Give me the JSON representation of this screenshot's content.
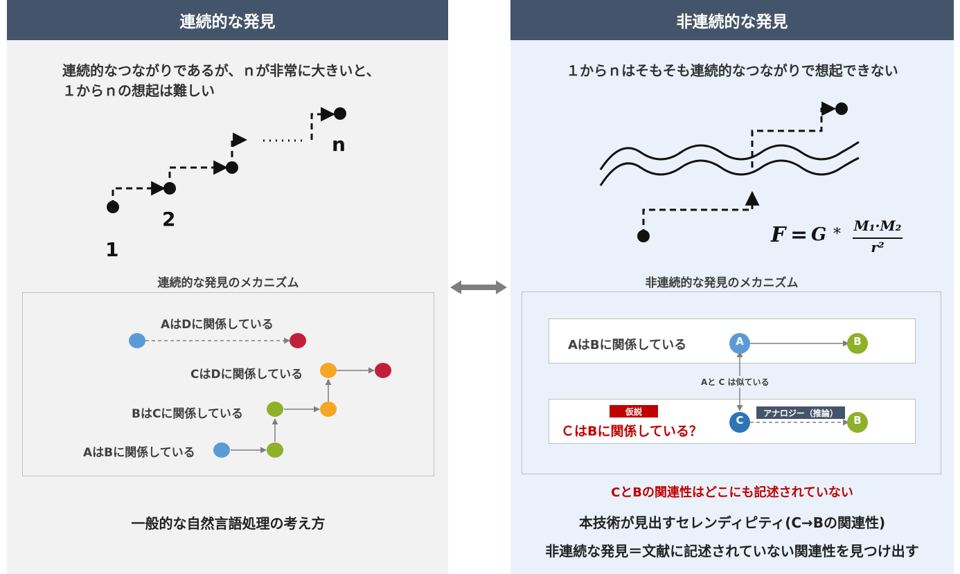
{
  "left": {
    "header": "連続的な発見",
    "description_line1": "連続的なつながりであるが、ｎが非常に大きいと、",
    "description_line2": "１からｎの想起は難しい",
    "step_labels": [
      "1",
      "2",
      "n"
    ],
    "mechanism_title": "連続的な発見のメカニズム",
    "mechanism_rows": [
      "AはDに関係している",
      "CはDに関係している",
      "BはCに関係している",
      "AはBに関係している"
    ],
    "footer": "一般的な自然言語処理の考え方"
  },
  "right": {
    "header": "非連続的な発見",
    "description": "１からｎはそもそも連続的なつながりで想起できない",
    "formula": {
      "lhs": "F",
      "eq": "=",
      "g": "G",
      "times": "*",
      "numerator": "M₁·M₂",
      "denominator": "r²"
    },
    "mechanism_title": "非連続的な発見のメカニズム",
    "top_row_label": "AはBに関係している",
    "similarity_label": "Aと C は似ている",
    "hypothesis_tag": "仮説",
    "hypothesis_text": "ＣはBに関係している？",
    "analogy_tag": "アナロジー（推論）",
    "node_labels": {
      "a": "A",
      "b": "B",
      "c": "C"
    },
    "note_red": "CとBの関連性はどこにも記述されていない",
    "footer_line1": "本技術が見出すセレンディピティ(C→Bの関連性)",
    "footer_line2": "非連続な発見＝文献に記述されていない関連性を見つけ出す"
  },
  "colors": {
    "header_bg": "#44546a",
    "left_bg": "#f2f2f2",
    "right_bg": "#eaf1fb",
    "node_blue": "#5b9bd5",
    "node_red": "#c0203a",
    "node_orange": "#f5a623",
    "node_green": "#8fb02a",
    "node_c_blue": "#2e75b6",
    "accent_red": "#c00000"
  }
}
